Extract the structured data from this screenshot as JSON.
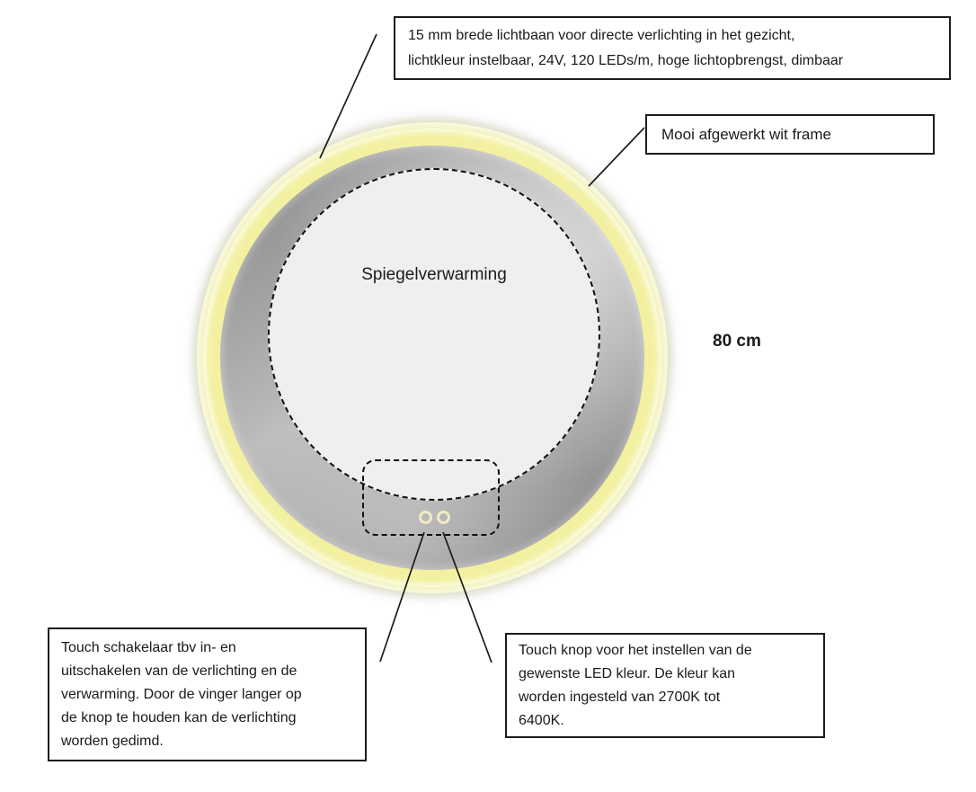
{
  "mirror": {
    "heating_label": "Spiegelverwarming",
    "diameter_label": "80 cm",
    "colors": {
      "led_band": "#f3f1a1",
      "frame_white": "#fdfdfd",
      "face_dark": "#8d8d8d",
      "face_light": "#bcbcbc",
      "heating_fill": "#efefef",
      "outline_black": "#1c1c1c",
      "touch_ring_cream": "#f1ecc2"
    }
  },
  "annotations": {
    "light_band": {
      "lines": [
        "15 mm brede lichtbaan voor directe verlichting in het gezicht,",
        "lichtkleur instelbaar, 24V, 120 LEDs/m, hoge lichtopbrengst, dimbaar"
      ]
    },
    "frame": {
      "text": "Mooi afgewerkt wit frame"
    },
    "power_switch": {
      "lines": [
        "Touch schakelaar tbv in- en",
        "uitschakelen van de verlichting en de",
        "verwarming. Door de vinger langer op",
        "de knop te houden kan de verlichting",
        "worden gedimd."
      ]
    },
    "color_button": {
      "lines": [
        "Touch knop voor het instellen van de",
        "gewenste LED kleur. De kleur kan",
        "worden ingesteld van 2700K tot",
        "6400K."
      ]
    }
  }
}
